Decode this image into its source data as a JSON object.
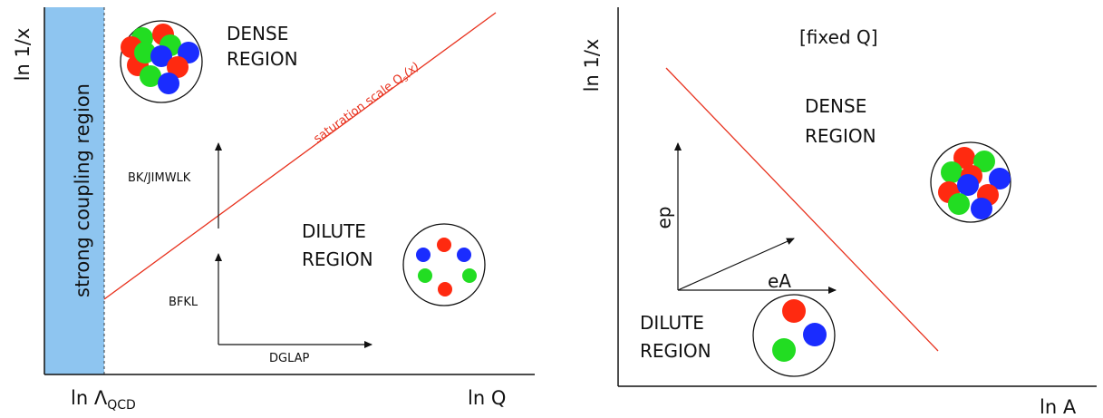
{
  "left_panel": {
    "y_axis_label": "ln 1/x",
    "x_axis_label": "ln Q",
    "x_origin_label_main": "ln Λ",
    "x_origin_label_sub": "QCD",
    "strong_region_label": "strong coupling region",
    "dense_label_line1": "DENSE",
    "dense_label_line2": "REGION",
    "dilute_label_line1": "DILUTE",
    "dilute_label_line2": "REGION",
    "saturation_label_prefix": "saturation scale Q",
    "saturation_label_sub": "s",
    "saturation_label_suffix": "(x)",
    "bk_label": "BK/JIMWLK",
    "bfkl_label": "BFKL",
    "dglap_label": "DGLAP"
  },
  "right_panel": {
    "y_axis_label": "ln 1/x",
    "x_axis_label": "ln A",
    "fixed_q_label": "[fixed Q]",
    "dense_label_line1": "DENSE",
    "dense_label_line2": "REGION",
    "dilute_label_line1": "DILUTE",
    "dilute_label_line2": "REGION",
    "ep_label": "ep",
    "ea_label": "eA"
  },
  "colors": {
    "strong_region_fill": "#8ec5f0",
    "saturation_line": "#e8321e",
    "gluon_red": "#ff2a10",
    "gluon_green": "#22dd22",
    "gluon_blue": "#1a2cff"
  }
}
